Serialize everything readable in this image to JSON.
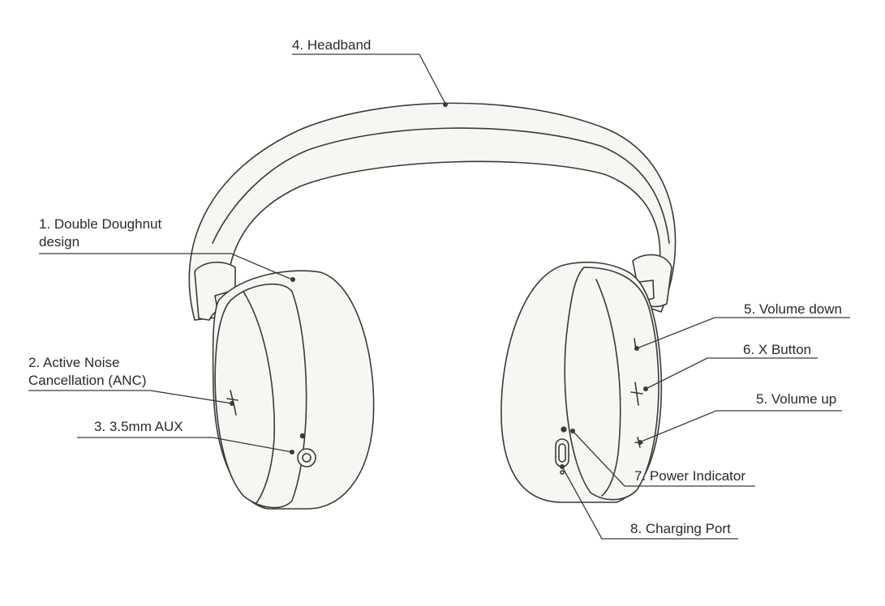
{
  "diagram": {
    "labels": {
      "headband": "4. Headband",
      "double_doughnut_line1": "1. Double Doughnut",
      "double_doughnut_line2": "design",
      "anc_line1": "2. Active Noise",
      "anc_line2": "Cancellation (ANC)",
      "aux": "3. 3.5mm AUX",
      "volume_down": "5. Volume down",
      "x_button": "6. X Button",
      "volume_up": "5. Volume up",
      "power_indicator": "7. Power Indicator",
      "charging_port": "8. Charging Port"
    }
  },
  "colors": {
    "stroke": "#3a3a3a",
    "fill": "#f7f6f2",
    "text": "#2a2a2a"
  }
}
